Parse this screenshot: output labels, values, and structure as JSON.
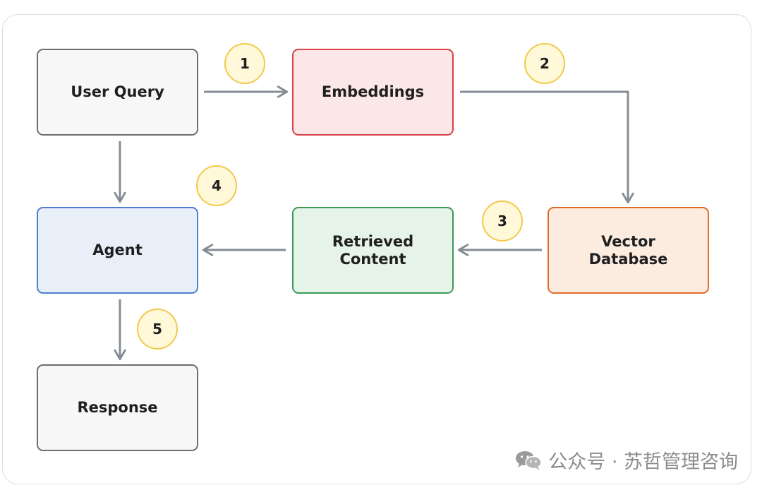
{
  "nodes": {
    "user_query": "User Query",
    "embeddings": "Embeddings",
    "agent": "Agent",
    "retrieved_line1": "Retrieved",
    "retrieved_line2": "Content",
    "vector_line1": "Vector",
    "vector_line2": "Database",
    "response": "Response"
  },
  "steps": [
    "1",
    "2",
    "3",
    "4",
    "5"
  ],
  "watermark": "公众号 · 苏哲管理咨询",
  "colors": {
    "arrow": "#858c94",
    "badge_border": "#f2c94c",
    "badge_fill": "#fff8d9",
    "embeddings_border": "#d9404a",
    "agent_border": "#4a7fd0",
    "retrieved_border": "#3c9a55",
    "vector_border": "#e06a2b",
    "neutral_border": "#6e6e6e"
  }
}
